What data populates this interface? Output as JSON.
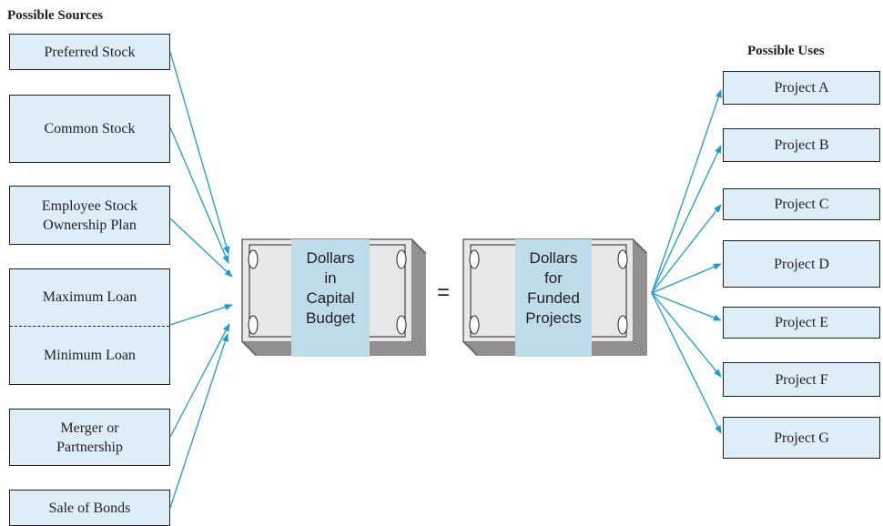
{
  "headings": {
    "sources": "Possible Sources",
    "uses": "Possible Uses"
  },
  "sources": [
    {
      "label": "Preferred Stock"
    },
    {
      "label": "Common Stock"
    },
    {
      "label": "Employee Stock\nOwnership Plan"
    },
    {
      "label": "Maximum Loan"
    },
    {
      "label": "Minimum Loan"
    },
    {
      "label": "Merger or\nPartnership"
    },
    {
      "label": "Sale of Bonds"
    }
  ],
  "capital_budget": {
    "label": "Dollars\nin\nCapital\nBudget"
  },
  "equals": "=",
  "funded_projects": {
    "label": "Dollars\nfor\nFunded\nProjects"
  },
  "uses": [
    {
      "label": "Project A"
    },
    {
      "label": "Project B"
    },
    {
      "label": "Project C"
    },
    {
      "label": "Project D"
    },
    {
      "label": "Project E"
    },
    {
      "label": "Project F"
    },
    {
      "label": "Project G"
    }
  ],
  "colors": {
    "box_fill": "#ddeef8",
    "arrow": "#1a9ad6",
    "band": "#bfdcea",
    "bill_fill": "#e8e8e8",
    "outline": "#231f20"
  }
}
